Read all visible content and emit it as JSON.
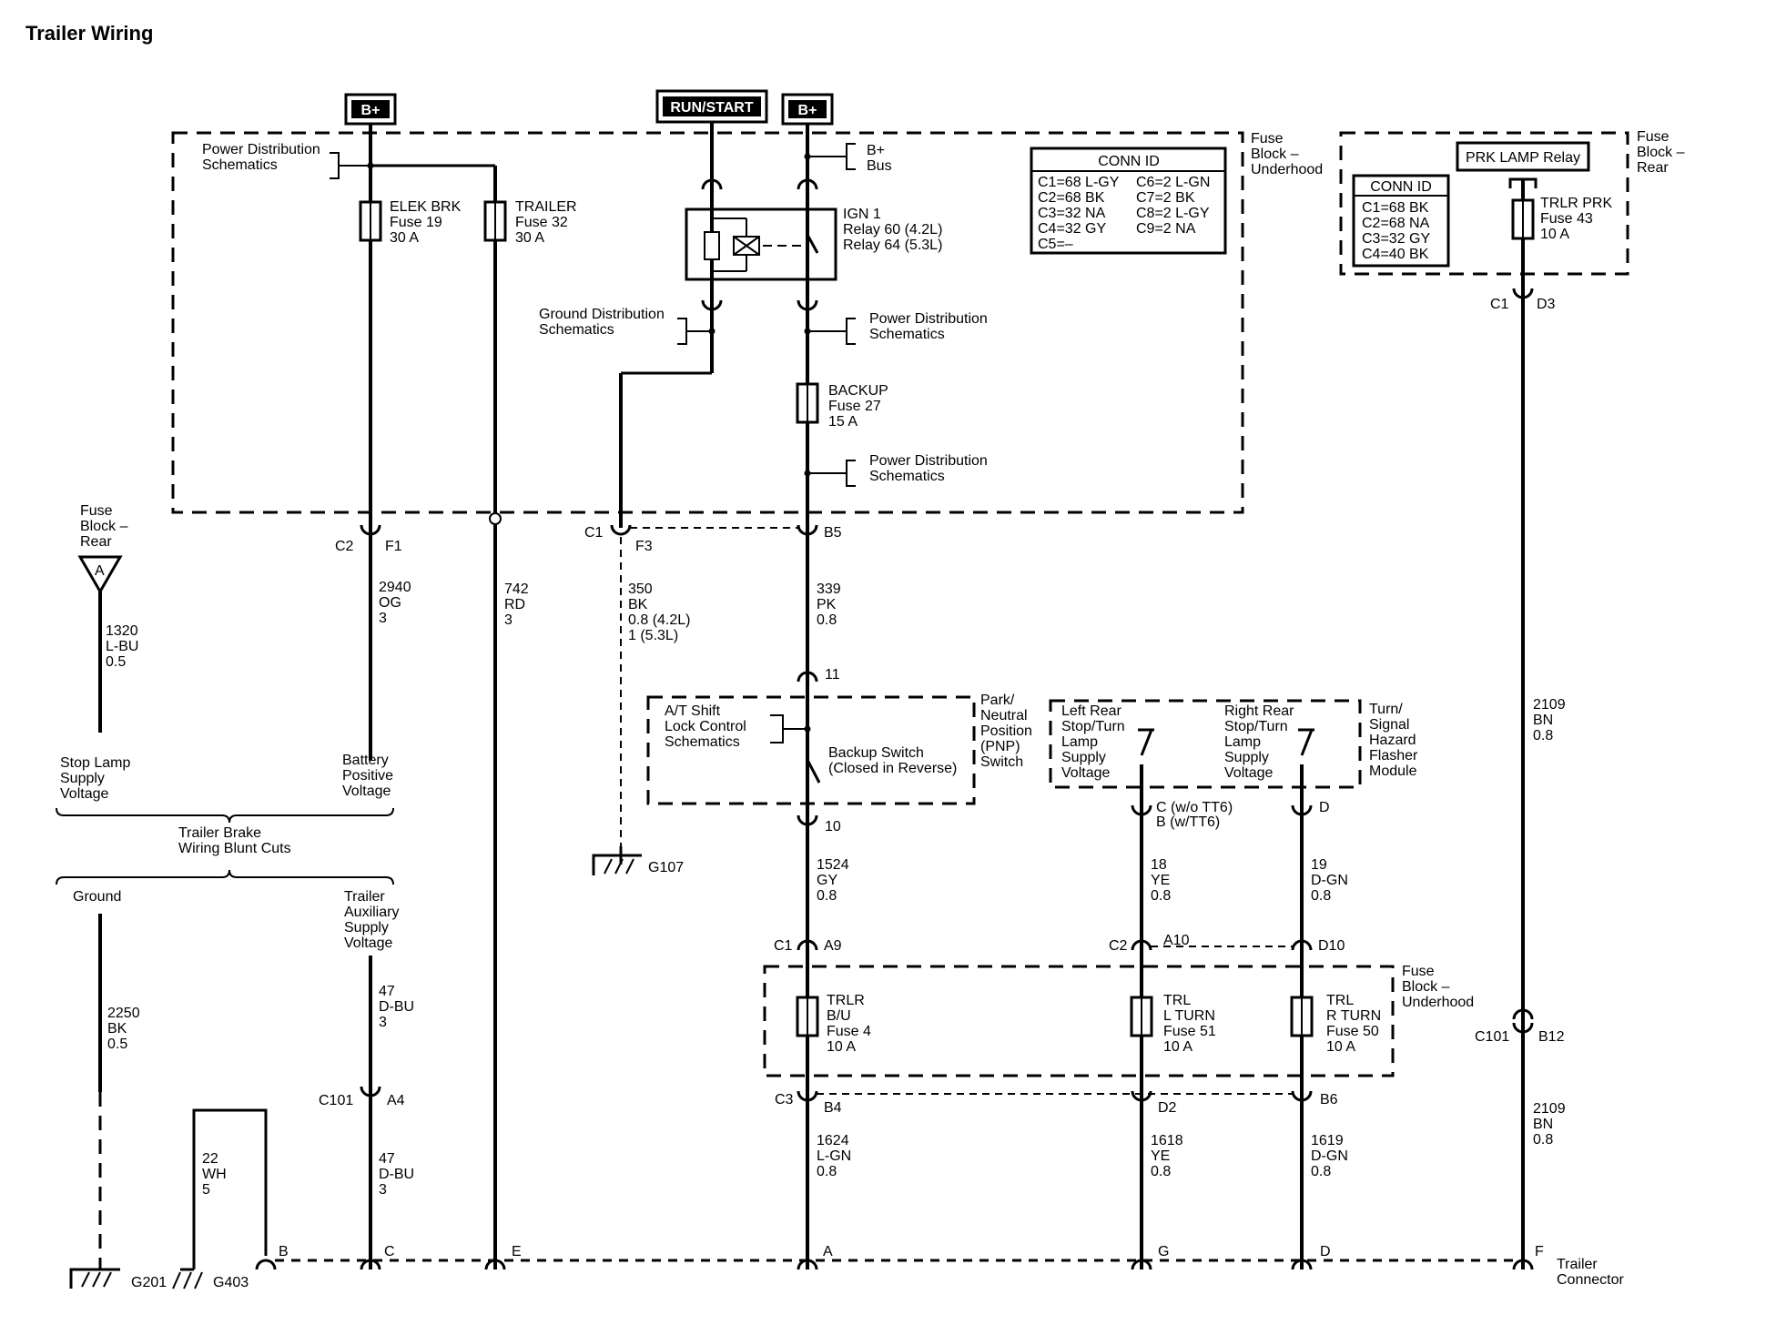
{
  "title": "Trailer Wiring",
  "power": {
    "bplus": "B+",
    "run_start": "RUN/START"
  },
  "fuse_block_underhood": [
    "Fuse",
    "Block –",
    "Underhood"
  ],
  "fuse_block_rear": [
    "Fuse",
    "Block –",
    "Rear"
  ],
  "prk_lamp_relay": "PRK LAMP Relay",
  "conn_id_title": "CONN ID",
  "conn_id_underhood": [
    [
      "C1=68 L-GY",
      "C6=2 L-GN"
    ],
    [
      "C2=68 BK",
      "C7=2 BK"
    ],
    [
      "C3=32 NA",
      "C8=2 L-GY"
    ],
    [
      "C4=32 GY",
      "C9=2 NA"
    ],
    [
      "C5=–",
      ""
    ]
  ],
  "conn_id_rear": [
    "C1=68 BK",
    "C2=68 NA",
    "C3=32 GY",
    "C4=40 BK"
  ],
  "fuses": {
    "elek_brk": [
      "ELEK BRK",
      "Fuse 19",
      "30 A"
    ],
    "trailer": [
      "TRAILER",
      "Fuse 32",
      "30 A"
    ],
    "backup": [
      "BACKUP",
      "Fuse 27",
      "15 A"
    ],
    "trlr_prk": [
      "TRLR PRK",
      "Fuse 43",
      "10 A"
    ],
    "trlr_bu": [
      "TRLR",
      "B/U",
      "Fuse 4",
      "10 A"
    ],
    "trl_l_turn": [
      "TRL",
      "L TURN",
      "Fuse 51",
      "10 A"
    ],
    "trl_r_turn": [
      "TRL",
      "R TURN",
      "Fuse 50",
      "10 A"
    ]
  },
  "relay_label": [
    "IGN 1",
    "Relay 60 (4.2L)",
    "Relay 64 (5.3L)"
  ],
  "refs": {
    "power_dist_left": [
      "Power Distribution",
      "Schematics"
    ],
    "bplus_bus": [
      "B+",
      "Bus"
    ],
    "ground_dist": [
      "Ground Distribution",
      "Schematics"
    ],
    "power_dist_1": [
      "Power Distribution",
      "Schematics"
    ],
    "power_dist_2": [
      "Power Distribution",
      "Schematics"
    ],
    "at_shift": [
      "A/T Shift",
      "Lock Control",
      "Schematics"
    ]
  },
  "fuse_block_rear_ref": [
    "Fuse",
    "Block –",
    "Rear"
  ],
  "connectors": {
    "c2": "C2",
    "f1": "F1",
    "c1": "C1",
    "f3": "F3",
    "b5": "B5",
    "c1_rear": "C1",
    "d3": "D3",
    "pin11": "11",
    "pin10": "10",
    "pin_c_tt6": "C (w/o TT6)",
    "pin_b_tt6": "B (w/TT6)",
    "pin_d": "D",
    "c1_lower": "C1",
    "a9": "A9",
    "c2_lower": "C2",
    "a10": "A10",
    "d10": "D10",
    "c3": "C3",
    "b4": "B4",
    "d2": "D2",
    "b6": "B6",
    "c101_left": "C101",
    "a4": "A4",
    "c101_right": "C101",
    "b12": "B12"
  },
  "wires": {
    "w1320": [
      "1320",
      "L-BU",
      "0.5"
    ],
    "w2940": [
      "2940",
      "OG",
      "3"
    ],
    "w742": [
      "742",
      "RD",
      "3"
    ],
    "w350": [
      "350",
      "BK",
      "0.8 (4.2L)",
      "1 (5.3L)"
    ],
    "w339": [
      "339",
      "PK",
      "0.8"
    ],
    "w2109a": [
      "2109",
      "BN",
      "0.8"
    ],
    "w1524": [
      "1524",
      "GY",
      "0.8"
    ],
    "w18": [
      "18",
      "YE",
      "0.8"
    ],
    "w19": [
      "19",
      "D-GN",
      "0.8"
    ],
    "w2250": [
      "2250",
      "BK",
      "0.5"
    ],
    "w47a": [
      "47",
      "D-BU",
      "3"
    ],
    "w47b": [
      "47",
      "D-BU",
      "3"
    ],
    "w22": [
      "22",
      "WH",
      "5"
    ],
    "w1624": [
      "1624",
      "L-GN",
      "0.8"
    ],
    "w1618": [
      "1618",
      "YE",
      "0.8"
    ],
    "w1619": [
      "1619",
      "D-GN",
      "0.8"
    ],
    "w2109b": [
      "2109",
      "BN",
      "0.8"
    ]
  },
  "pnp_switch": [
    "Park/",
    "Neutral",
    "Position",
    "(PNP)",
    "Switch"
  ],
  "backup_switch": [
    "Backup Switch",
    "(Closed in Reverse)"
  ],
  "left_rear": [
    "Left Rear",
    "Stop/Turn",
    "Lamp",
    "Supply",
    "Voltage"
  ],
  "right_rear": [
    "Right Rear",
    "Stop/Turn",
    "Lamp",
    "Supply",
    "Voltage"
  ],
  "flasher": [
    "Turn/",
    "Signal",
    "Hazard",
    "Flasher",
    "Module"
  ],
  "blunt_cuts": {
    "stop_lamp": [
      "Stop Lamp",
      "Supply",
      "Voltage"
    ],
    "battery": [
      "Battery",
      "Positive",
      "Voltage"
    ],
    "title": [
      "Trailer Brake",
      "Wiring Blunt Cuts"
    ],
    "ground": "Ground",
    "aux": [
      "Trailer",
      "Auxiliary",
      "Supply",
      "Voltage"
    ]
  },
  "grounds": {
    "g107": "G107",
    "g201": "G201",
    "g403": "G403"
  },
  "trailer_connector": {
    "pins": [
      "B",
      "C",
      "E",
      "A",
      "G",
      "D",
      "F"
    ],
    "label": [
      "Trailer",
      "Connector"
    ]
  }
}
